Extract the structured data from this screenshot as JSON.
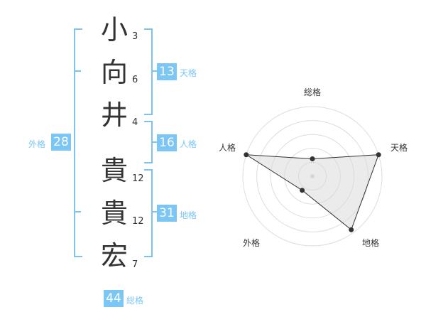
{
  "name": {
    "characters": [
      {
        "char": "小",
        "strokes": "3"
      },
      {
        "char": "向",
        "strokes": "6"
      },
      {
        "char": "井",
        "strokes": "4"
      },
      {
        "char": "貴",
        "strokes": "12"
      },
      {
        "char": "貴",
        "strokes": "12"
      },
      {
        "char": "宏",
        "strokes": "7"
      }
    ]
  },
  "kaku": {
    "tenkaku": {
      "value": "13",
      "label": "天格"
    },
    "jinkaku": {
      "value": "16",
      "label": "人格"
    },
    "chikaku": {
      "value": "31",
      "label": "地格"
    },
    "gaikaku": {
      "value": "28",
      "label": "外格"
    },
    "soukaku": {
      "value": "44",
      "label": "総格"
    }
  },
  "radar": {
    "axes": [
      "総格",
      "天格",
      "地格",
      "外格",
      "人格"
    ],
    "values": [
      0.25,
      1.0,
      0.95,
      0.25,
      1.0
    ]
  },
  "colors": {
    "accent": "#7cc6f5",
    "bracket": "#7cc3f0",
    "text": "#333333"
  }
}
